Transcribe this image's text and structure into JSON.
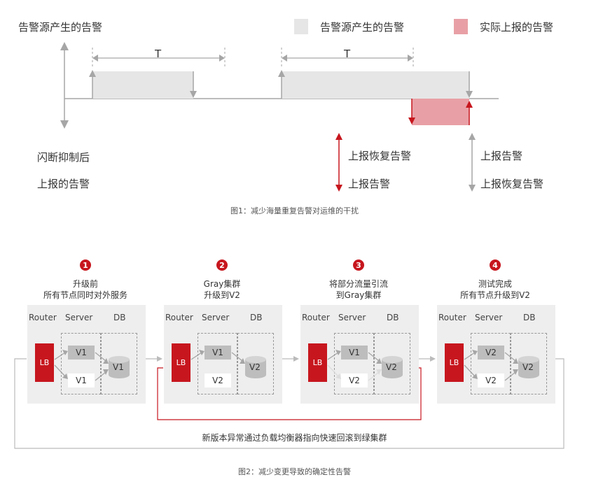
{
  "fig1": {
    "y_label": "告警源产生的告警",
    "legend": [
      {
        "label": "告警源产生的告警",
        "color": "#e6e6e6"
      },
      {
        "label": "实际上报的告警",
        "color": "#e8a0a6"
      }
    ],
    "interval_label": "T",
    "left_annotation": [
      "闪断抑制后",
      "上报的告警"
    ],
    "red_arrow_labels": [
      "上报恢复告警",
      "上报告警"
    ],
    "gray_arrow_labels": [
      "上报告警",
      "上报恢复告警"
    ],
    "caption": "图1：减少海量重复告警对运维的干扰"
  },
  "fig2": {
    "col_headers": [
      "Router",
      "Server",
      "DB"
    ],
    "lb_label": "LB",
    "panels": [
      {
        "num": "1",
        "title": [
          "升级前",
          "所有节点同时对外服务"
        ],
        "server_top": "V1",
        "server_bottom": "V1",
        "db": "V1"
      },
      {
        "num": "2",
        "title": [
          "Gray集群",
          "升级到V2"
        ],
        "server_top": "V1",
        "server_bottom": "V2",
        "db": "V2"
      },
      {
        "num": "3",
        "title": [
          "将部分流量引流",
          "到Gray集群"
        ],
        "server_top": "V1",
        "server_bottom": "V2",
        "db": "V2"
      },
      {
        "num": "4",
        "title": [
          "测试完成",
          "所有节点升级到V2"
        ],
        "server_top": "V2",
        "server_bottom": "V2",
        "db": "V2"
      }
    ],
    "rollback_text": "新版本异常通过负载均衡器指向快速回滚到绿集群",
    "caption": "图2：减少变更导致的确定性告警"
  },
  "colors": {
    "accent": "#c7161e",
    "gray_alarm": "#e6e6e6",
    "red_alarm": "#e8a0a6",
    "arrow_gray": "#a6a6a6"
  }
}
